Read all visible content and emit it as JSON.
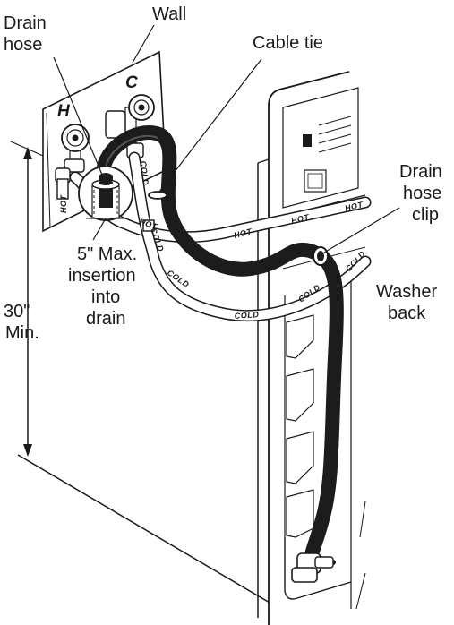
{
  "callouts": {
    "drain_hose": [
      "Drain",
      "hose"
    ],
    "wall": "Wall",
    "cable_tie": "Cable tie",
    "drain_hose_clip": [
      "Drain",
      "hose",
      "clip"
    ],
    "washer_back": [
      "Washer",
      "back"
    ],
    "max_insertion": [
      "5\" Max.",
      "insertion",
      "into",
      "drain"
    ],
    "min_height": [
      "30\"",
      "Min."
    ]
  },
  "valves": {
    "hot": "H",
    "cold": "C"
  },
  "hose_labels": {
    "hot": "HOT",
    "cold": "COLD"
  },
  "colors": {
    "line": "#1a1a1a",
    "background": "#ffffff",
    "drain_hose": "#1c1c1c"
  }
}
